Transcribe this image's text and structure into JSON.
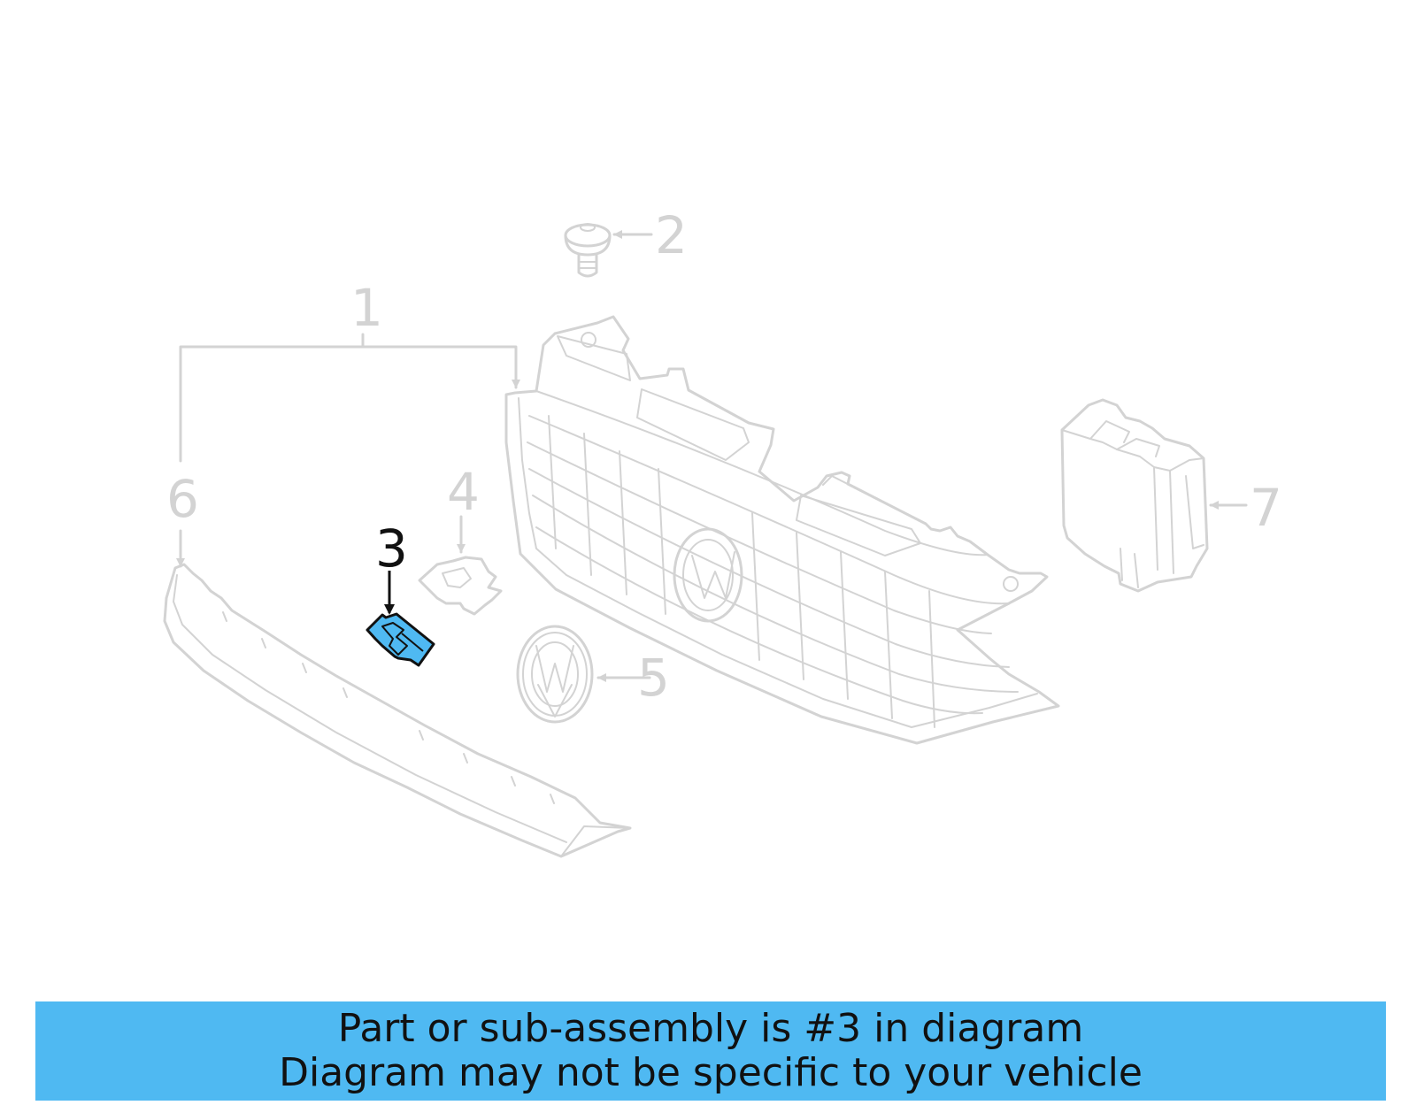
{
  "callouts": {
    "c1": "1",
    "c2": "2",
    "c3": "3",
    "c4": "4",
    "c5": "5",
    "c6": "6",
    "c7": "7"
  },
  "highlight": {
    "part_number": "3",
    "color": "#4fb9f2"
  },
  "banner": {
    "line1": "Part or sub-assembly is #3 in diagram",
    "line2": "Diagram may not be specific to your vehicle",
    "background": "#4fb9f2"
  },
  "colors": {
    "line": "#d3d3d3",
    "highlight_outline": "#111111"
  }
}
